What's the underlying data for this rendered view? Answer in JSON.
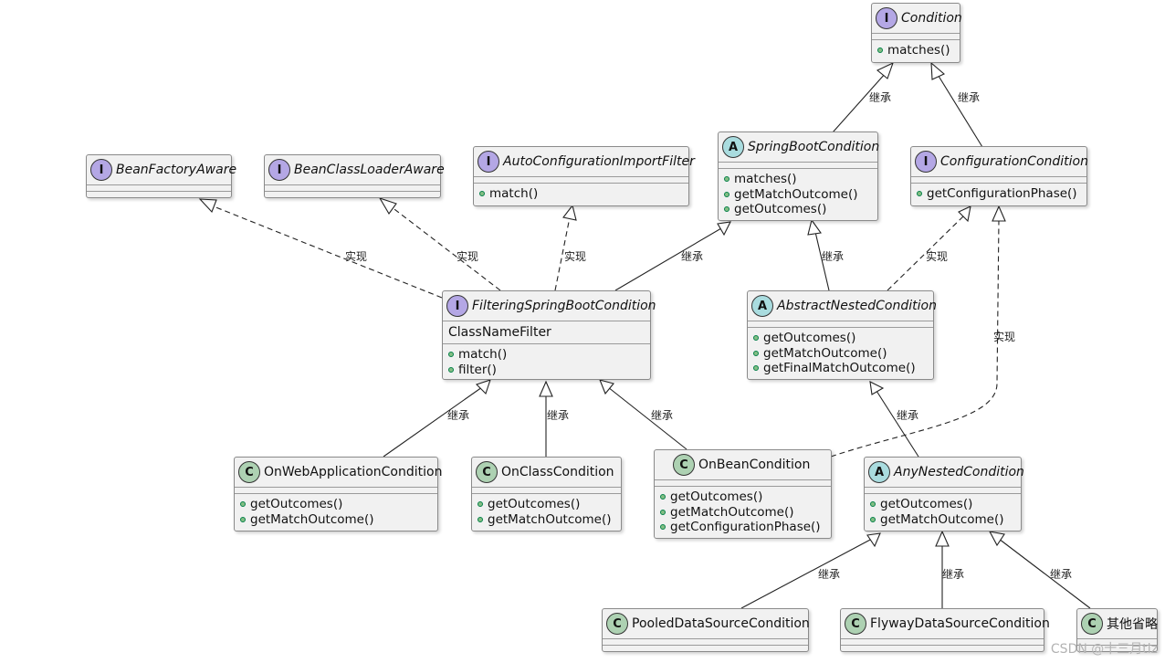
{
  "classes": {
    "condition": {
      "kind": "I",
      "name": "Condition",
      "methods": [
        "matches()"
      ]
    },
    "beanFactoryAware": {
      "kind": "I",
      "name": "BeanFactoryAware"
    },
    "beanClassLoaderAware": {
      "kind": "I",
      "name": "BeanClassLoaderAware"
    },
    "autoConfigImportFilter": {
      "kind": "I",
      "name": "AutoConfigurationImportFilter",
      "methods": [
        "match()"
      ]
    },
    "springBootCondition": {
      "kind": "A",
      "name": "SpringBootCondition",
      "methods": [
        "matches()",
        "getMatchOutcome()",
        "getOutcomes()"
      ]
    },
    "configurationCondition": {
      "kind": "I",
      "name": "ConfigurationCondition",
      "methods": [
        "getConfigurationPhase()"
      ]
    },
    "filteringSpringBootCondition": {
      "kind": "I",
      "name": "FilteringSpringBootCondition",
      "fields": [
        "ClassNameFilter"
      ],
      "methods": [
        "match()",
        "filter()"
      ]
    },
    "abstractNestedCondition": {
      "kind": "A",
      "name": "AbstractNestedCondition",
      "methods": [
        "getOutcomes()",
        "getMatchOutcome()",
        "getFinalMatchOutcome()"
      ]
    },
    "onWebApplicationCondition": {
      "kind": "C",
      "name": "OnWebApplicationCondition",
      "methods": [
        "getOutcomes()",
        "getMatchOutcome()"
      ]
    },
    "onClassCondition": {
      "kind": "C",
      "name": "OnClassCondition",
      "methods": [
        "getOutcomes()",
        "getMatchOutcome()"
      ]
    },
    "onBeanCondition": {
      "kind": "C",
      "name": "OnBeanCondition",
      "methods": [
        "getOutcomes()",
        "getMatchOutcome()",
        "getConfigurationPhase()"
      ]
    },
    "anyNestedCondition": {
      "kind": "A",
      "name": "AnyNestedCondition",
      "methods": [
        "getOutcomes()",
        "getMatchOutcome()"
      ]
    },
    "pooledDataSourceCondition": {
      "kind": "C",
      "name": "PooledDataSourceCondition"
    },
    "flywayDataSourceCondition": {
      "kind": "C",
      "name": "FlywayDataSourceCondition"
    },
    "others": {
      "kind": "C",
      "name": "其他省略"
    }
  },
  "relations": {
    "inherit": "继承",
    "implement": "实现"
  },
  "watermark": "CSDN @十三月tlz"
}
